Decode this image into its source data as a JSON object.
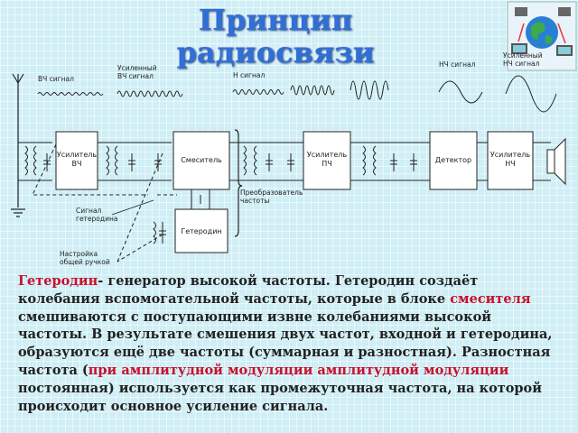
{
  "title": {
    "line1": "Принцип",
    "line2": "радиосвязи"
  },
  "diagram": {
    "waves": {
      "rf": "ВЧ сигнал",
      "rf_amp_1": "Усиленный",
      "rf_amp_2": "ВЧ сигнал",
      "hf_partial": "Н сигнал",
      "lf": "НЧ сигнал",
      "lf_amp_1": "Усиленный",
      "lf_amp_2": "НЧ сигнал"
    },
    "blocks": {
      "rf_amp_1": "Усилитель",
      "rf_amp_2": "ВЧ",
      "mixer": "Смеситель",
      "if_amp_1": "Усилитель",
      "if_amp_2": "ПЧ",
      "detector": "Детектор",
      "lf_amp_1": "Усилитель",
      "lf_amp_2": "НЧ",
      "oscillator": "Гетеродин"
    },
    "annotations": {
      "lo_signal_1": "Сигнал",
      "lo_signal_2": "гетеродина",
      "converter_1": "Преобразователь",
      "converter_2": "частоты",
      "tuning_1": "Настройка",
      "tuning_2": "общей ручкой"
    }
  },
  "text": {
    "t1": "Гетеродин",
    "t2": "- генератор высокой частоты. Гетеродин создаёт колебания вспомогательной частоты, которые в блоке ",
    "t3": "смесителя",
    "t4": " смешиваются с поступающими извне колебаниями высокой частоты. В результате смешения двух частот, входной и гетеродина, образуются ещё две частоты (суммарная и разностная). Разностная частота (",
    "t5": "при амплитудной модуляции амплитудной модуляции",
    "t6": " постоянная) используется как промежуточная частота, на которой происходит основное усиление сигнала."
  },
  "colors": {
    "title": "#2f6fd6",
    "highlight": "#c8102e",
    "background": "#cfeef5"
  },
  "icons": [
    "globe-computer-icon",
    "antenna-icon",
    "ground-icon",
    "speaker-icon"
  ]
}
